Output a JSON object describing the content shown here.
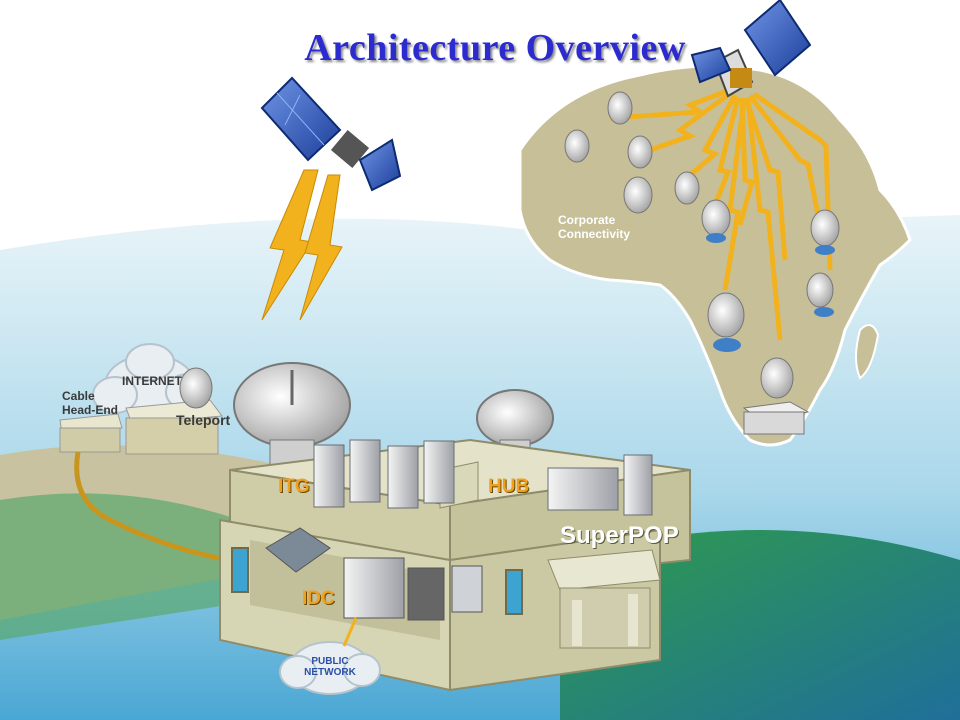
{
  "title": "Architecture Overview",
  "labels": {
    "internet": "INTERNET",
    "cable_head_end_1": "Cable",
    "cable_head_end_2": "Head-End",
    "teleport": "Teleport",
    "corporate_1": "Corporate",
    "corporate_2": "Connectivity",
    "itg": "ITG",
    "hub": "HUB",
    "superpop": "SuperPOP",
    "idc": "IDC",
    "public_1": "PUBLIC",
    "public_2": "NETWORK"
  },
  "colors": {
    "title": "#2b2bd0",
    "ocean": "#bfe2ef",
    "africa": "#c7bf98",
    "africa_outline": "#ffffff",
    "lightning": "#f2b21e",
    "building_wall": "#d6d5b4",
    "label_orange": "#f0a020",
    "satellite_panel": "#2f56b5"
  }
}
